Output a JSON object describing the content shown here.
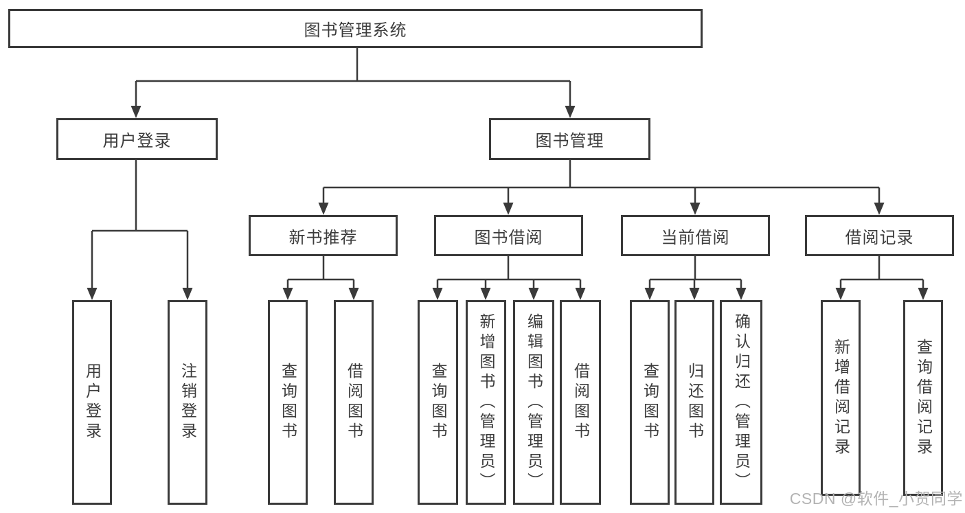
{
  "diagram": {
    "title": "图书管理系统",
    "branches": [
      {
        "label": "用户登录",
        "children": [
          {
            "label": "用户登录"
          },
          {
            "label": "注销登录"
          }
        ]
      },
      {
        "label": "图书管理",
        "children": [
          {
            "label": "新书推荐",
            "children": [
              {
                "label": "查询图书"
              },
              {
                "label": "借阅图书"
              }
            ]
          },
          {
            "label": "图书借阅",
            "children": [
              {
                "label": "查询图书"
              },
              {
                "label": "新增图书（管理员）"
              },
              {
                "label": "编辑图书（管理员）"
              },
              {
                "label": "借阅图书"
              }
            ]
          },
          {
            "label": "当前借阅",
            "children": [
              {
                "label": "查询图书"
              },
              {
                "label": "归还图书"
              },
              {
                "label": "确认归还（管理员）"
              }
            ]
          },
          {
            "label": "借阅记录",
            "children": [
              {
                "label": "新增借阅记录"
              },
              {
                "label": "查询借阅记录"
              }
            ]
          }
        ]
      }
    ],
    "watermark": "CSDN @软件_小贺同学",
    "colors": {
      "line": "#3a3a3a",
      "box_border": "#3a3a3a",
      "text": "#3c3c3c",
      "watermark_text": "#b3b3b3",
      "background": "#ffffff"
    }
  }
}
